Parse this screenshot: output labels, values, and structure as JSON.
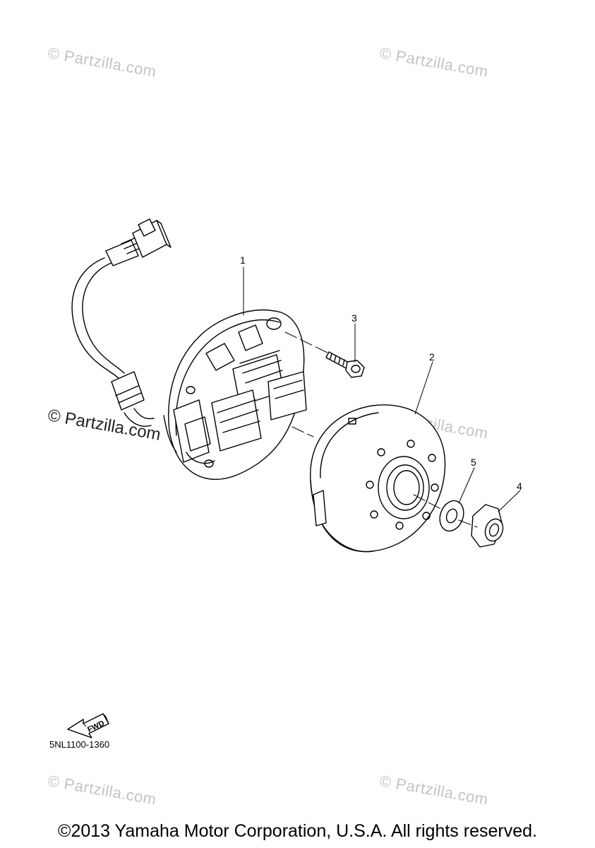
{
  "watermarks": {
    "top_left": "© Partzilla.com",
    "top_right": "© Partzilla.com",
    "mid_left": "© Partzilla.com",
    "mid_right": "© Partzilla.com",
    "bottom_left": "© Partzilla.com",
    "bottom_right": "© Partzilla.com"
  },
  "callouts": {
    "c1": "1",
    "c2": "2",
    "c3": "3",
    "c4": "4",
    "c5": "5"
  },
  "fwd_badge": "FWD",
  "part_code": "5NL1100-1360",
  "copyright": "©2013 Yamaha Motor Corporation, U.S.A. All rights reserved.",
  "colors": {
    "ink": "#000000",
    "watermark": "#c4c4c4"
  }
}
